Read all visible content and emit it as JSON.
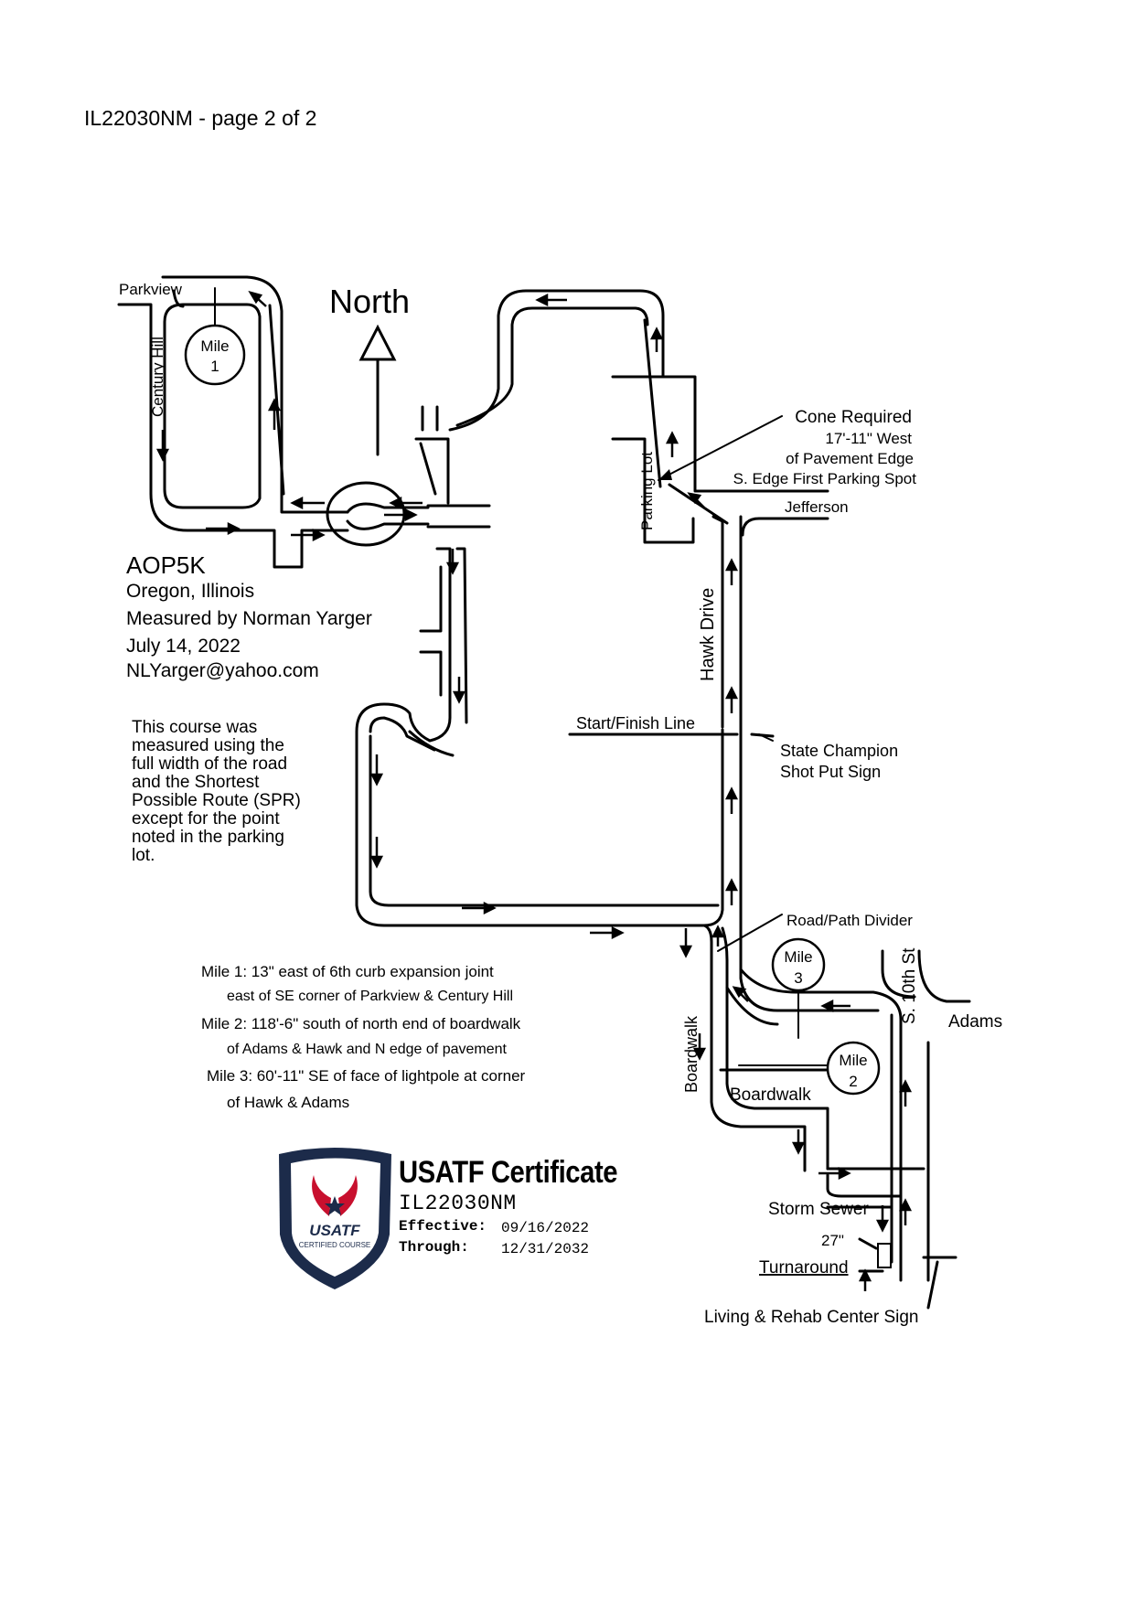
{
  "page_header": "IL22030NM - page 2 of 2",
  "north_label": "North",
  "course": {
    "name": "AOP5K",
    "location": "Oregon, Illinois",
    "measured_by": "Measured by Norman Yarger",
    "date": "July 14, 2022",
    "email": "NLYarger@yahoo.com"
  },
  "measurement_note": [
    "This course was",
    "measured using the",
    "full width of the road",
    "and the Shortest",
    "Possible Route (SPR)",
    "except for the point",
    "noted in the parking",
    "lot."
  ],
  "mile_splits": [
    "Mile 1: 13\" east of 6th curb expansion joint",
    "east of SE corner of Parkview & Century Hill",
    "Mile 2: 118'-6\" south of north end of boardwalk",
    "of Adams & Hawk and N edge of pavement",
    "Mile 3: 60'-11\" SE of face of lightpole at corner",
    "of Hawk & Adams"
  ],
  "streets": {
    "parkview": "Parkview",
    "century_hill": "Century Hill",
    "parking_lot": "Parking Lot",
    "hawk_drive": "Hawk Drive",
    "jefferson": "Jefferson",
    "adams": "Adams",
    "s10th": "S. 10th St",
    "boardwalk_vertical": "Boardwalk",
    "boardwalk_horizontal": "Boardwalk"
  },
  "markers": {
    "mile1": [
      "Mile",
      "1"
    ],
    "mile2": [
      "Mile",
      "2"
    ],
    "mile3": [
      "Mile",
      "3"
    ]
  },
  "annotations": {
    "cone": [
      "Cone Required",
      "17'-11\" West",
      "of Pavement Edge",
      "S. Edge First Parking Spot"
    ],
    "start_finish": "Start/Finish Line",
    "shot_put": [
      "State Champion",
      "Shot Put Sign"
    ],
    "road_path_divider": "Road/Path Divider",
    "storm_sewer": "Storm Sewer",
    "distance_27": "27\"",
    "turnaround": "Turnaround",
    "living_rehab": "Living & Rehab Center Sign"
  },
  "certificate": {
    "title": "USATF Certificate",
    "number": "IL22030NM",
    "effective_label": "Effective:",
    "effective_date": "09/16/2022",
    "through_label": "Through:",
    "through_date": "12/31/2032",
    "badge_text": "USATF",
    "badge_subtext": "CERTIFIED COURSE",
    "colors": {
      "navy": "#1c2b4a",
      "red": "#c8102e"
    }
  }
}
